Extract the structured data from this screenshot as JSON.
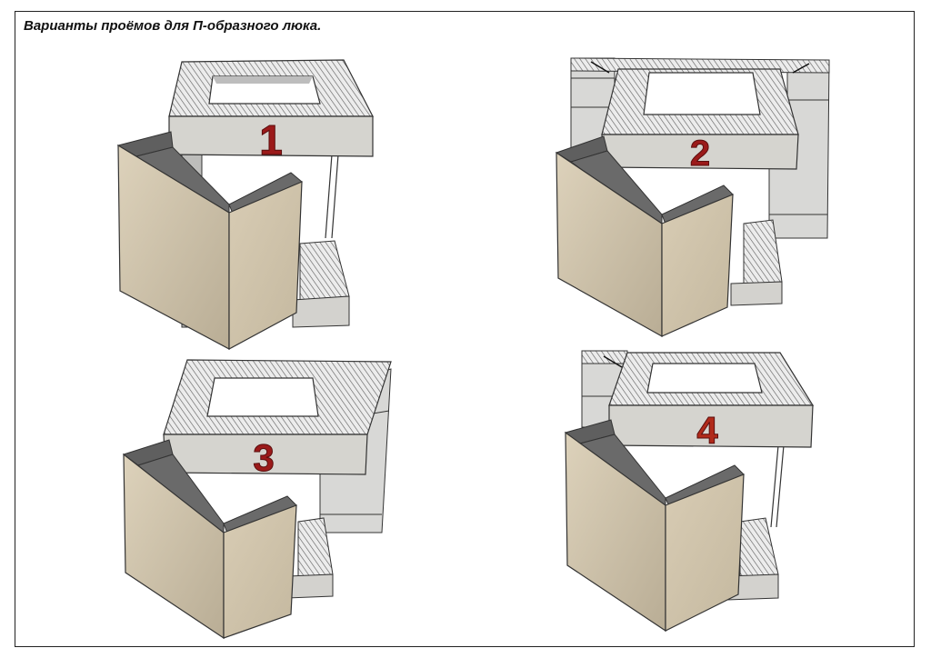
{
  "title": "Варианты проёмов для П-образного люка.",
  "variants": [
    {
      "label": "1"
    },
    {
      "label": "2"
    },
    {
      "label": "3"
    },
    {
      "label": "4"
    }
  ],
  "colors": {
    "slab_top": "#e4e4e4",
    "slab_front": "#d4d3cf",
    "wall_block": "#d8d8d6",
    "door_panel": "#d9cdb5",
    "door_side": "#bfb39b",
    "number": "#9b1a1a",
    "hatch": "#555555",
    "dark_edge": "#444444"
  }
}
